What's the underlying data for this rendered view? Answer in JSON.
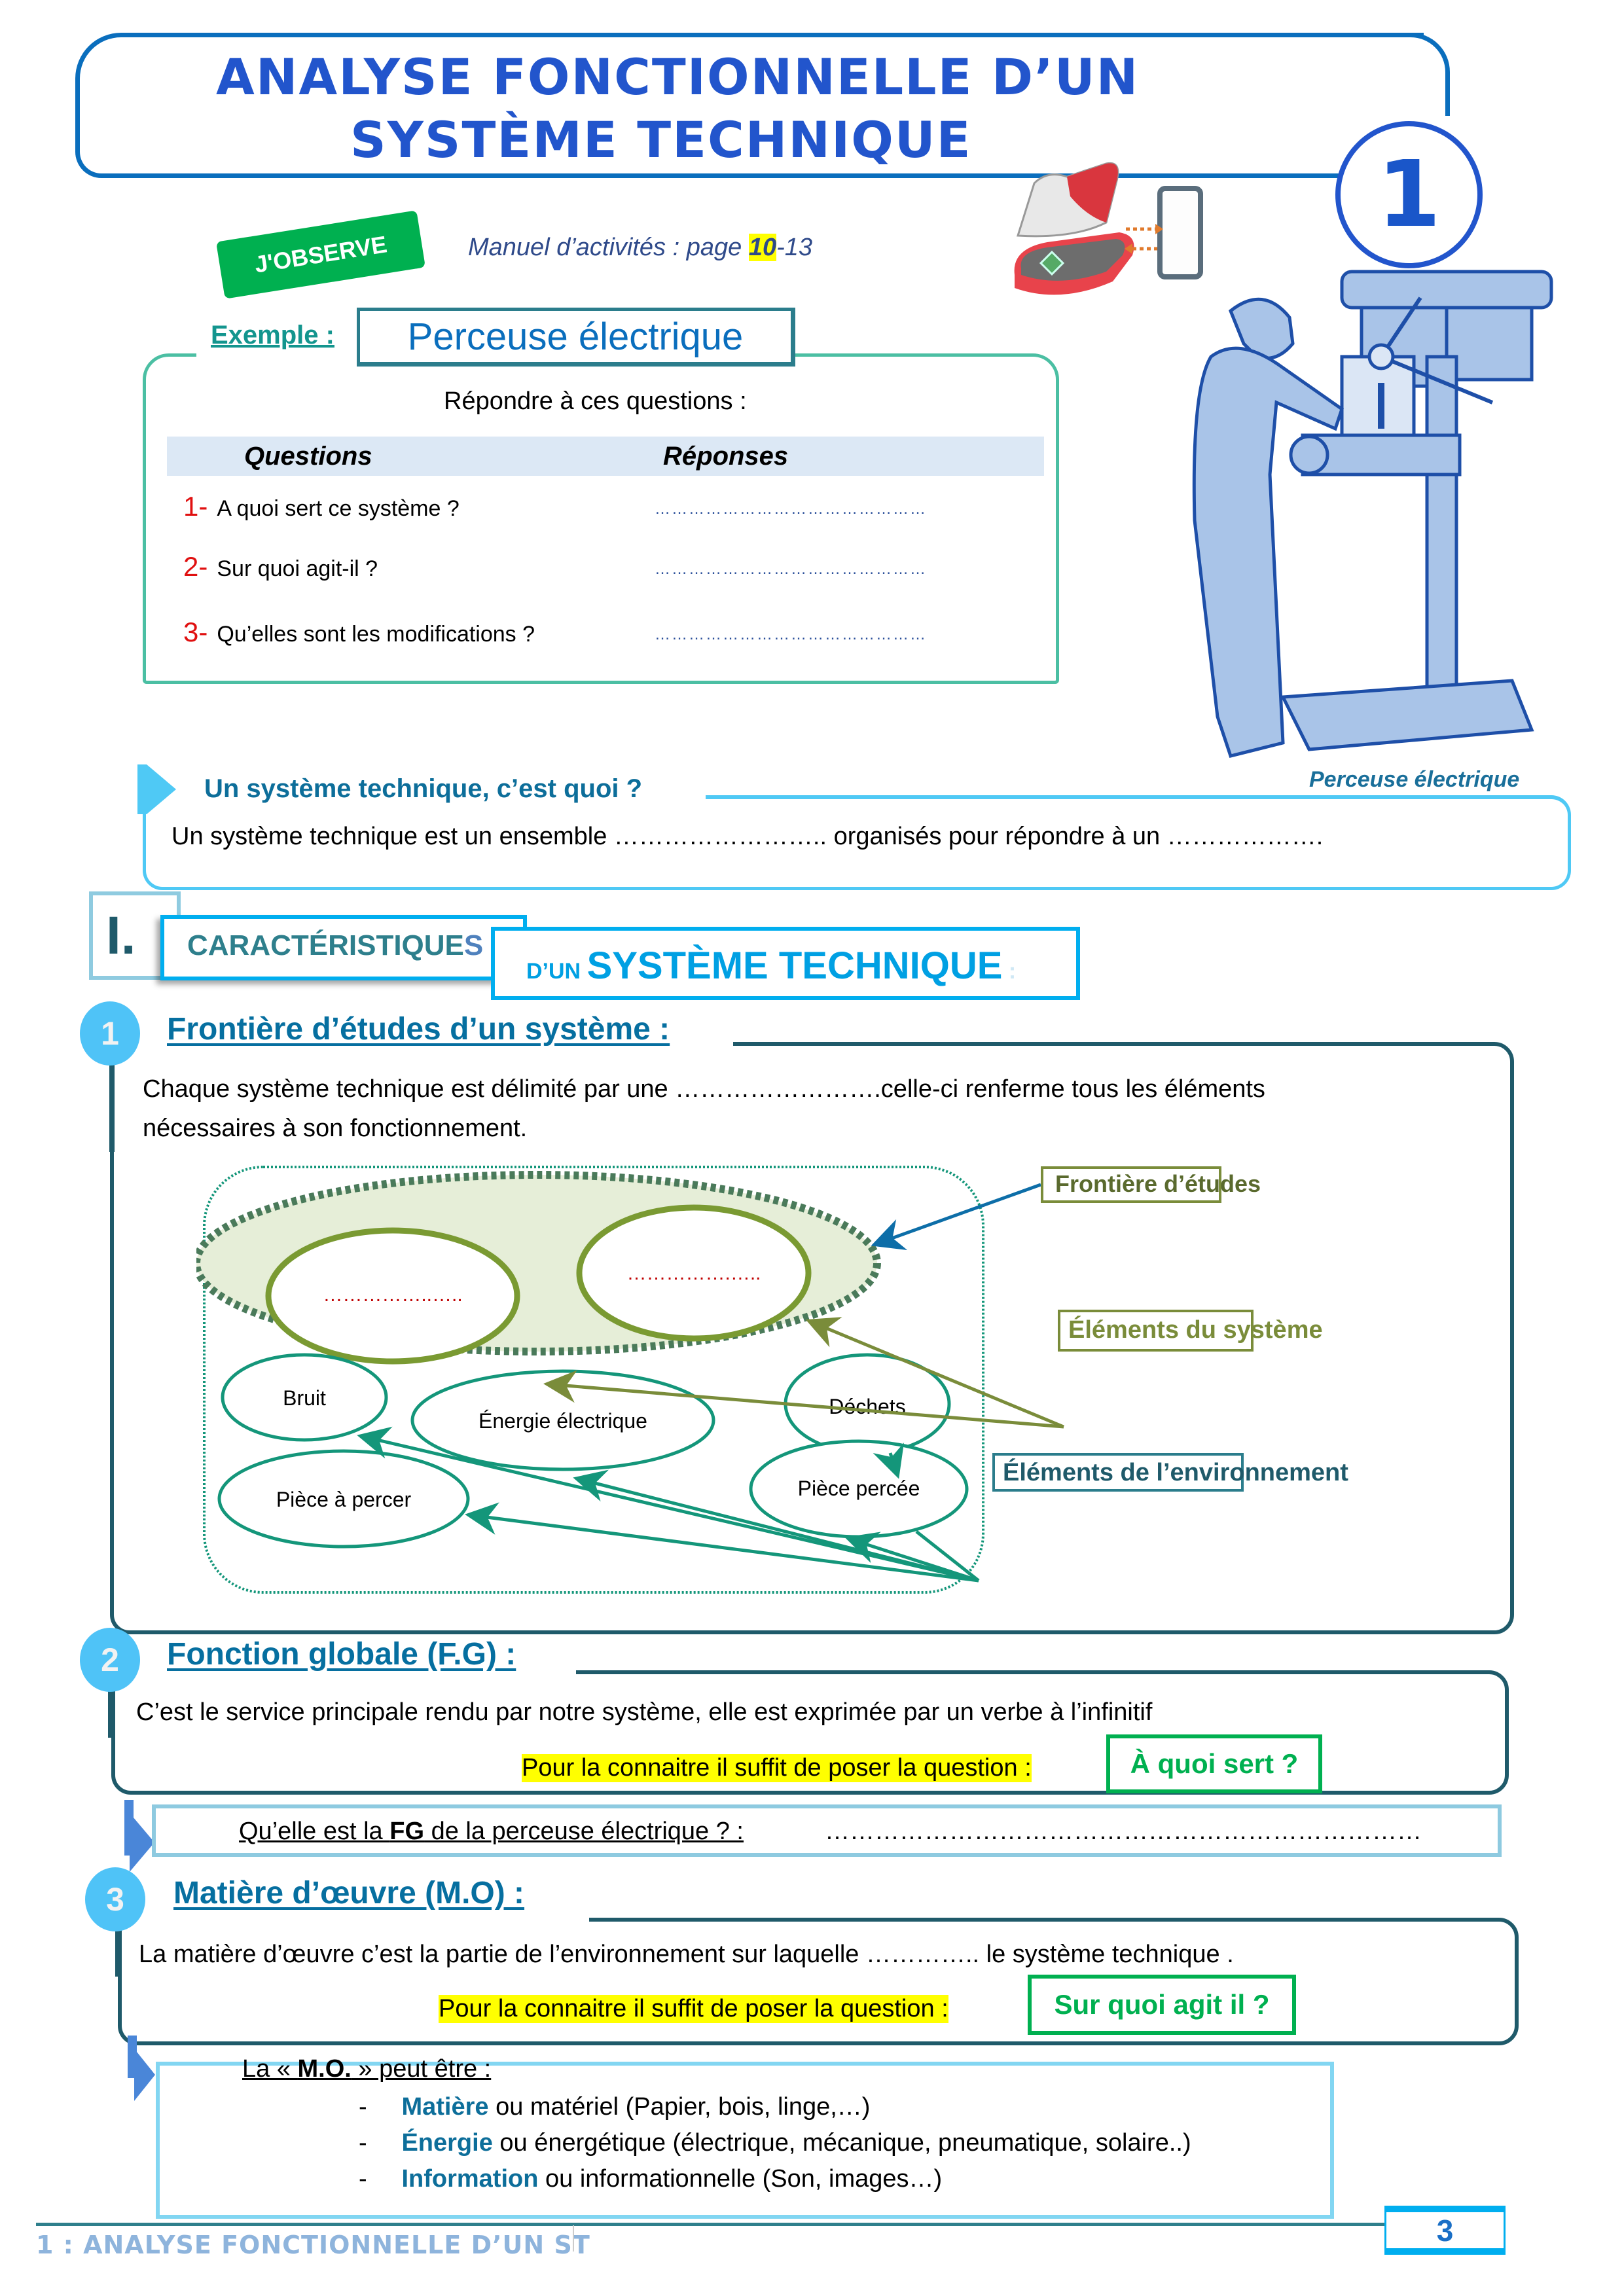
{
  "header": {
    "title_line1": "ANALYSE FONCTIONNELLE D’UN",
    "title_line2": "SYSTÈME TECHNIQUE",
    "chapter_number": "1",
    "observe_badge": "J'OBSERVE",
    "manual_ref_prefix": "Manuel d’activités : page ",
    "manual_ref_highlight": "10",
    "manual_ref_suffix": "-13"
  },
  "example": {
    "label": "Exemple :",
    "title": "Perceuse électrique",
    "instruction": "Répondre à ces questions :",
    "col_questions": "Questions",
    "col_answers": "Réponses",
    "rows": [
      {
        "num": "1-",
        "question": "A quoi sert ce système ?",
        "answer": "…………………………………………"
      },
      {
        "num": "2-",
        "question": "Sur quoi agit-il ?",
        "answer": "…………………………………………"
      },
      {
        "num": "3-",
        "question": "Qu’elles sont les modifications ?",
        "answer": "…………………………………………"
      }
    ],
    "image_caption": "Perceuse électrique"
  },
  "definition": {
    "title": "Un système technique, c’est quoi ?",
    "text": "Un système technique est un ensemble …………………….. organisés  pour répondre à un ………………."
  },
  "section1": {
    "number": "I.",
    "title_part1": "CARACTÉRISTIQUE",
    "title_part1_last": "S",
    "title_part2_small": "D’UN ",
    "title_part2_big": "SYSTÈME TECHNIQUE",
    "title_part2_colon": " :"
  },
  "frontiere": {
    "badge": "1",
    "title": "Frontière d’études d’un système :",
    "text_line1": "Chaque système technique est délimité par une …………………….celle-ci renferme tous les éléments",
    "text_line2": "nécessaires à son fonctionnement.",
    "diagram": {
      "system_blank_1": "……………..…..",
      "system_blank_2": "…………….…..",
      "env_elements": [
        "Bruit",
        "Énergie électrique",
        "Déchets",
        "Pièce à percer",
        "Pièce percée"
      ],
      "label_frontiere": "Frontière d’études",
      "label_elements_systeme": "Éléments du système",
      "label_elements_env": "Éléments de l’environnement"
    }
  },
  "fonction_globale": {
    "badge": "2",
    "title": "Fonction globale (F.G) :",
    "text": "C’est le service principale rendu par notre système, elle est exprimée par un verbe à l’infinitif",
    "hint": "Pour la connaitre il suffit de poser la question :",
    "question": "À quoi sert ?",
    "prompt_prefix": "Qu’elle est la ",
    "prompt_bold": "FG",
    "prompt_suffix": " de la perceuse électrique ? :",
    "prompt_answer": "………………………………………………………………"
  },
  "matiere_oeuvre": {
    "badge": "3",
    "title": "Matière d’œuvre (M.O) :",
    "text": "La matière d’œuvre c’est la partie de l’environnement sur laquelle …………..  le système technique .",
    "hint": "Pour la connaitre il suffit de poser la question :",
    "question": "Sur quoi agit il ?",
    "list_intro_prefix": "La « ",
    "list_intro_bold": "M.O.",
    "list_intro_suffix": " » peut être :",
    "items": [
      {
        "key": "Matière",
        "rest": " ou matériel (Papier, bois, linge,…)"
      },
      {
        "key": "Énergie",
        "rest": " ou énergétique (électrique, mécanique, pneumatique, solaire..)"
      },
      {
        "key": "Information",
        "rest": " ou informationnelle (Son, images…)"
      }
    ]
  },
  "footer": {
    "left_text": "1 : ANALYSE FONCTIONNELLE D’UN ST",
    "page_number": "3"
  },
  "colors": {
    "title_blue": "#2255cc",
    "teal_dark": "#1f5a6a",
    "cyan": "#00aeef",
    "green": "#00b050",
    "highlight_yellow": "#ffff00",
    "olive": "#7a8c3a",
    "env_teal": "#14967a"
  }
}
